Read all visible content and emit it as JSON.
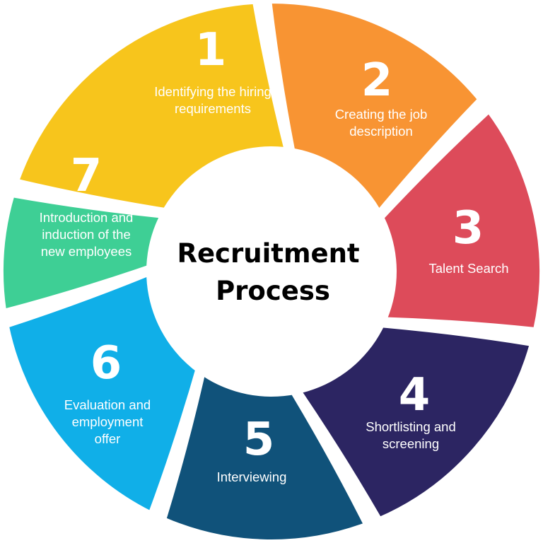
{
  "diagram": {
    "title_lines": [
      "Recruitment",
      "Process"
    ],
    "steps": [
      {
        "number": "1",
        "label_lines": [
          "Identifying the hiring",
          "requirements"
        ],
        "color": "#F7C51C"
      },
      {
        "number": "2",
        "label_lines": [
          "Creating the job",
          "description"
        ],
        "color": "#F89433"
      },
      {
        "number": "3",
        "label_lines": [
          "Talent Search"
        ],
        "color": "#DD4B5A"
      },
      {
        "number": "4",
        "label_lines": [
          "Shortlisting and",
          "screening"
        ],
        "color": "#2C2562"
      },
      {
        "number": "5",
        "label_lines": [
          "Interviewing"
        ],
        "color": "#10527A"
      },
      {
        "number": "6",
        "label_lines": [
          "Evaluation and",
          "employment",
          "offer"
        ],
        "color": "#10AFE8"
      },
      {
        "number": "7",
        "label_lines": [
          "Introduction and",
          "induction of the",
          "new employees"
        ],
        "color": "#3ECF95"
      }
    ]
  }
}
